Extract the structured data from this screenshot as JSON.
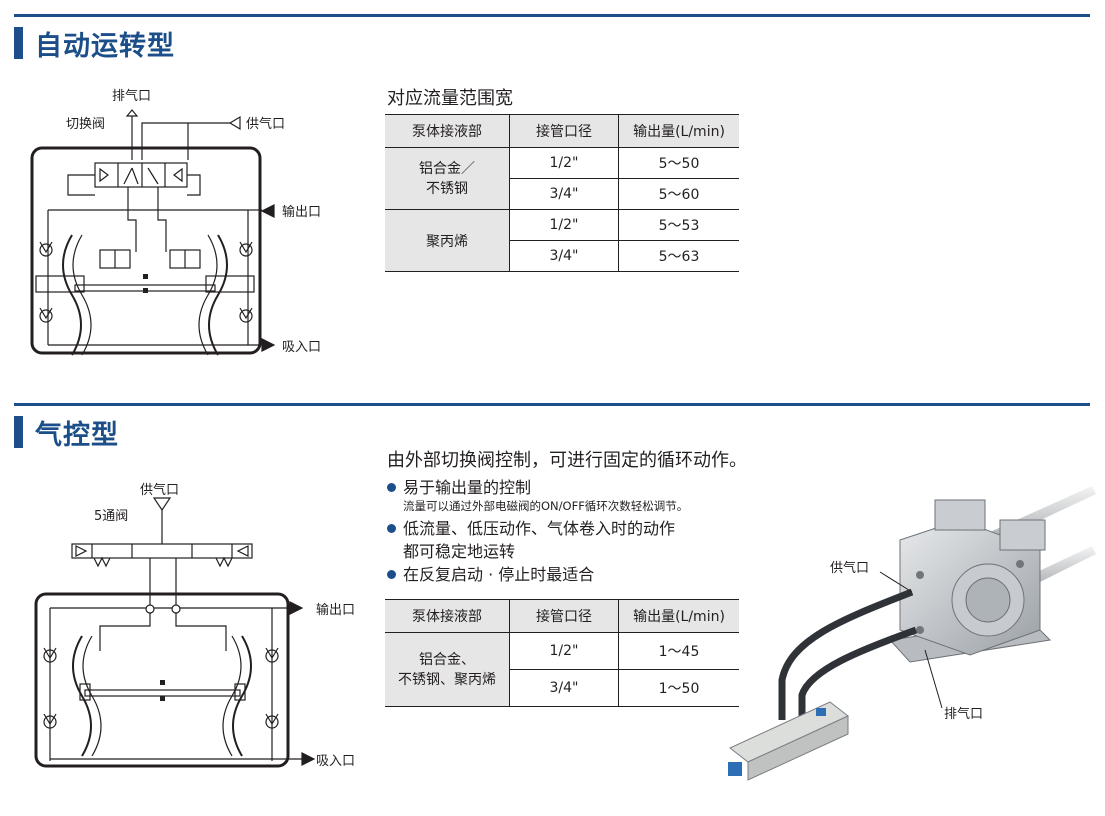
{
  "auto": {
    "title": "自动运转型",
    "subtitle": "对应流量范围宽",
    "diagram": {
      "exhaust": "排气口",
      "switch_valve": "切换阀",
      "supply": "供气口",
      "outlet": "输出口",
      "inlet": "吸入口"
    },
    "table": {
      "headers": [
        "泵体接液部",
        "接管口径",
        "输出量(L/min)"
      ],
      "groups": [
        {
          "material": "铝合金／\n不锈钢",
          "rows": [
            {
              "port": "1/2\"",
              "flow": "5～50"
            },
            {
              "port": "3/4\"",
              "flow": "5～60"
            }
          ]
        },
        {
          "material": "聚丙烯",
          "rows": [
            {
              "port": "1/2\"",
              "flow": "5～53"
            },
            {
              "port": "3/4\"",
              "flow": "5～63"
            }
          ]
        }
      ]
    }
  },
  "air": {
    "title": "气控型",
    "subtitle": "由外部切换阀控制，可进行固定的循环动作。",
    "diagram": {
      "supply": "供气口",
      "valve": "5通阀",
      "outlet": "输出口",
      "inlet": "吸入口"
    },
    "bullets": [
      {
        "text": "易于输出量的控制",
        "note": "流量可以通过外部电磁阀的ON/OFF循环次数轻松调节。"
      },
      {
        "text": "低流量、低压动作、气体卷入时的动作",
        "line2": "都可稳定地运转"
      },
      {
        "text": "在反复启动 · 停止时最适合"
      }
    ],
    "table": {
      "headers": [
        "泵体接液部",
        "接管口径",
        "输出量(L/min)"
      ],
      "groups": [
        {
          "material": "铝合金、\n不锈钢、聚丙烯",
          "rows": [
            {
              "port": "1/2\"",
              "flow": "1～45"
            },
            {
              "port": "3/4\"",
              "flow": "1～50"
            }
          ]
        }
      ]
    },
    "photo": {
      "supply": "供气口",
      "exhaust": "排气口"
    }
  },
  "colors": {
    "accent": "#1c4f8a",
    "table_header": "#e6e6e6"
  }
}
